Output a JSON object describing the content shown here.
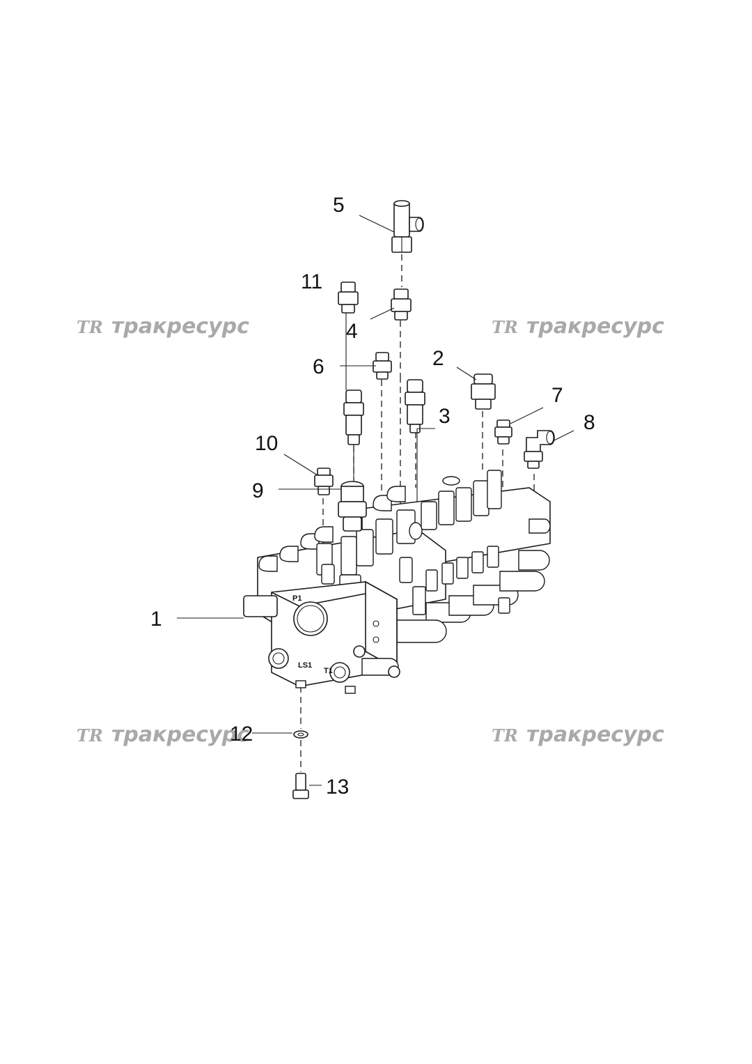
{
  "callouts": [
    {
      "id": "1",
      "text": "1"
    },
    {
      "id": "2",
      "text": "2"
    },
    {
      "id": "3",
      "text": "3"
    },
    {
      "id": "4",
      "text": "4"
    },
    {
      "id": "5",
      "text": "5"
    },
    {
      "id": "6",
      "text": "6"
    },
    {
      "id": "7",
      "text": "7"
    },
    {
      "id": "8",
      "text": "8"
    },
    {
      "id": "9",
      "text": "9"
    },
    {
      "id": "10",
      "text": "10"
    },
    {
      "id": "11",
      "text": "11"
    },
    {
      "id": "12",
      "text": "12"
    },
    {
      "id": "13",
      "text": "13"
    }
  ],
  "port_labels": {
    "p1": "P1",
    "ls1": "LS1",
    "t1": "T1"
  },
  "watermark": {
    "logo": "TR",
    "text": "тракресурс",
    "color": "#a9a9a9"
  }
}
